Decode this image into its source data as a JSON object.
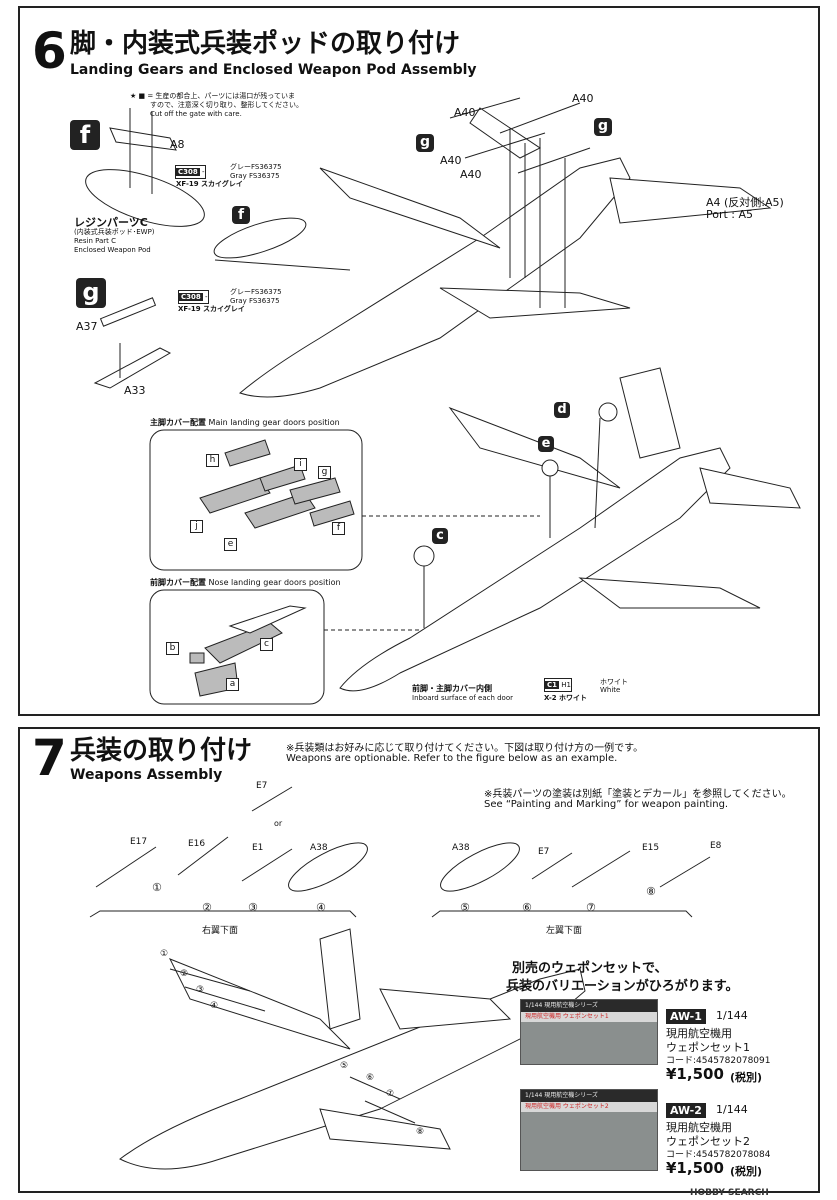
{
  "step6": {
    "number": "6",
    "title_jp": "脚・内装式兵装ポッドの取り付け",
    "title_en": "Landing Gears and Enclosed Weapon Pod Assembly",
    "note_jp_1": "★ ■ = 生産の都合上、パーツには湯口が残っていま",
    "note_jp_2": "すので、注意深く切り取り、整形してください。",
    "note_en": "Cut off the gate with care.",
    "sub_f": "f",
    "sub_g": "g",
    "label_a8": "A8",
    "resin_jp": "レジンパーツC",
    "resin_jp2": "(内装式兵装ポッド･EWP)",
    "resin_en1": "Resin Part C",
    "resin_en2": "Enclosed Weapon Pod",
    "color1_code": "C308",
    "color1_dash": "-",
    "color1_jp": "グレーFS36375",
    "color1_en": "Gray FS36375",
    "color1_name": "XF-19 スカイグレイ",
    "color2_code": "C308",
    "color2_dash": "-",
    "color2_jp": "グレーFS36375",
    "color2_en": "Gray FS36375",
    "color2_name": "XF-19 スカイグレイ",
    "label_a37": "A37",
    "label_a33": "A33",
    "label_a40_1": "A40",
    "label_a40_2": "A40",
    "label_a40_3": "A40",
    "label_a40_4": "A40",
    "label_a4": "A4 (反対側:A5)",
    "label_port": "Port : A5",
    "main_doors_jp": "主脚カバー配置",
    "main_doors_en": "Main landing gear doors position",
    "nose_doors_jp": "前脚カバー配置",
    "nose_doors_en": "Nose landing gear doors position",
    "door_letters": [
      "h",
      "i",
      "g",
      "j",
      "f",
      "e"
    ],
    "nose_letters": [
      "b",
      "c",
      "a"
    ],
    "gear_d": "d",
    "gear_e": "e",
    "gear_c": "c",
    "inboard_jp": "前脚・主脚カバー内側",
    "inboard_en": "Inboard surface of each door",
    "c1": "C1",
    "h1": "H1",
    "white_jp": "ホワイト",
    "white_en": "White",
    "x2": "X-2 ホワイト"
  },
  "step7": {
    "number": "7",
    "title_jp": "兵装の取り付け",
    "title_en": "Weapons Assembly",
    "note1_jp": "※兵装類はお好みに応じて取り付けてください。下図は取り付け方の一例です。",
    "note1_en": "Weapons are optionable. Refer to the figure below as an example.",
    "note2_jp": "※兵装パーツの塗装は別紙「塗装とデカール」を参照してください。",
    "note2_en": "See “Painting and Marking” for weapon painting.",
    "left_labels": [
      "E17",
      "E16",
      "E1",
      "A38",
      "E7",
      "or"
    ],
    "right_labels": [
      "A38",
      "E7",
      "E15",
      "E8"
    ],
    "left_nums": [
      "①",
      "②",
      "③",
      "④"
    ],
    "right_nums": [
      "⑤",
      "⑥",
      "⑦",
      "⑧"
    ],
    "right_wing": "右翼下面",
    "left_wing": "左翼下面",
    "plane_nums": [
      "①",
      "②",
      "③",
      "④",
      "⑤",
      "⑥",
      "⑦",
      "⑧"
    ],
    "promo_1": "別売のウェポンセットで、",
    "promo_2": "兵装のバリエーションがひろがります。",
    "set1": {
      "box_hdr": "1/144 現用航空機シリーズ",
      "box_red": "現用航空機用 ウェポンセット1",
      "badge": "AW-1",
      "scale": "1/144",
      "name1": "現用航空機用",
      "name2": "ウェポンセット1",
      "code": "コード:4545782078091",
      "price": "¥1,500",
      "tax": "(税別)"
    },
    "set2": {
      "box_hdr": "1/144 現用航空機シリーズ",
      "box_red": "現用航空機用 ウェポンセット2",
      "badge": "AW-2",
      "scale": "1/144",
      "name1": "現用航空機用",
      "name2": "ウェポンセット2",
      "code": "コード:4545782078084",
      "price": "¥1,500",
      "tax": "(税別)"
    }
  },
  "watermark": "HOBBY SEARCH"
}
